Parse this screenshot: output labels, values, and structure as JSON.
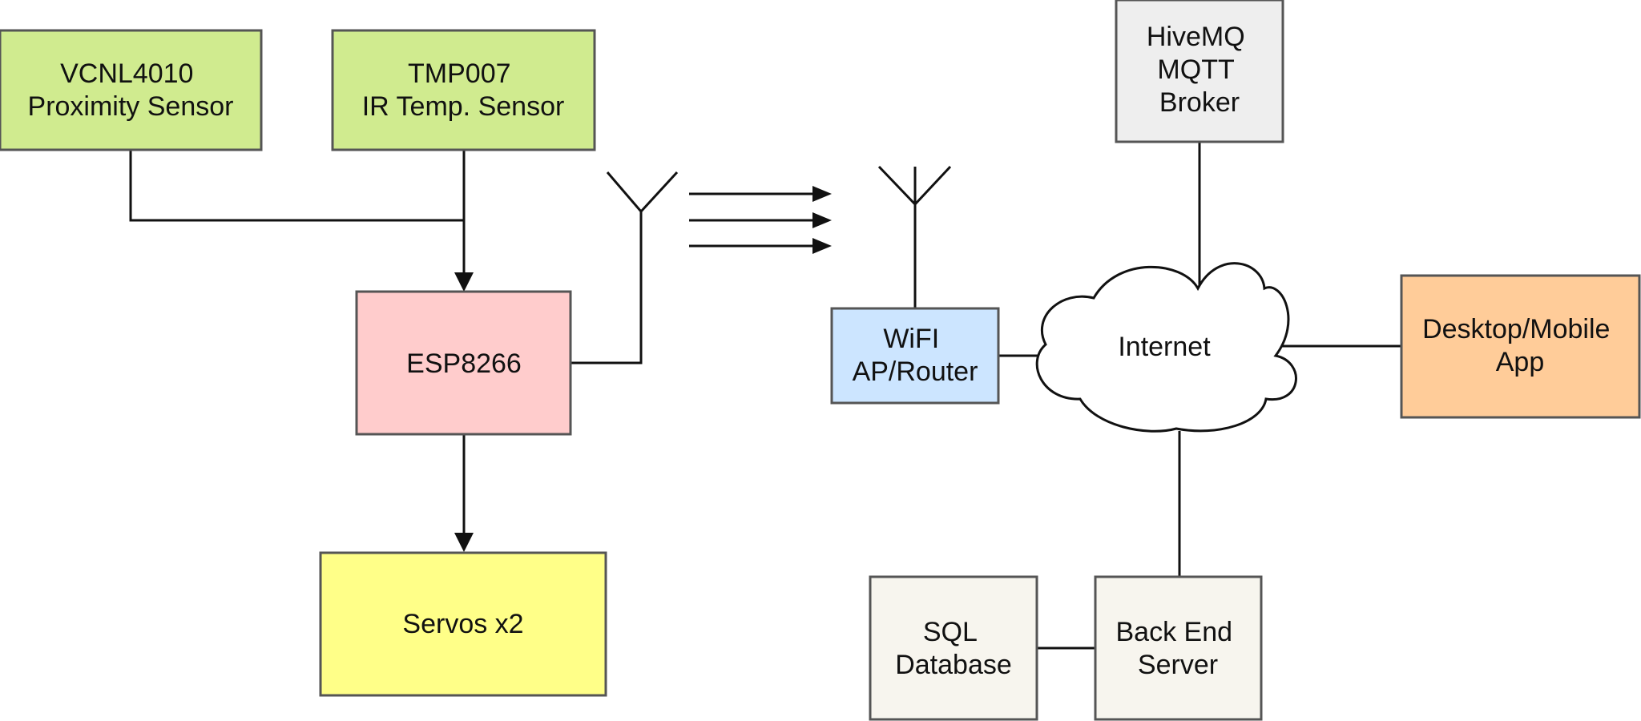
{
  "nodes": {
    "vcnl": {
      "lines": [
        "VCNL4010",
        "Proximity Sensor"
      ],
      "fill": "#d0eb8f"
    },
    "tmp": {
      "lines": [
        "TMP007",
        "IR Temp. Sensor"
      ],
      "fill": "#d0eb8f"
    },
    "esp": {
      "lines": [
        "ESP8266"
      ],
      "fill": "#ffcccc"
    },
    "servos": {
      "lines": [
        "Servos x2"
      ],
      "fill": "#ffff88"
    },
    "wifi": {
      "lines": [
        "WiFI",
        "AP/Router"
      ],
      "fill": "#cce5ff"
    },
    "hivemq": {
      "lines": [
        "HiveMQ",
        "MQTT",
        "Broker"
      ],
      "fill": "#eeeeee"
    },
    "internet": {
      "lines": [
        "Internet"
      ],
      "fill": "#ffffff"
    },
    "desktop": {
      "lines": [
        "Desktop/Mobile",
        "App"
      ],
      "fill": "#ffcc99"
    },
    "sql": {
      "lines": [
        "SQL",
        "Database"
      ],
      "fill": "#f7f5ee"
    },
    "backend": {
      "lines": [
        "Back End",
        "Server"
      ],
      "fill": "#f7f5ee"
    }
  },
  "connections": [
    {
      "from": "vcnl",
      "to": "esp",
      "arrow": true
    },
    {
      "from": "tmp",
      "to": "esp",
      "arrow": true
    },
    {
      "from": "esp",
      "to": "servos",
      "arrow": true
    },
    {
      "from": "esp",
      "to": "antenna-esp",
      "arrow": false
    },
    {
      "from": "antenna-router",
      "to": "wifi",
      "arrow": false
    },
    {
      "from": "wifi",
      "to": "internet",
      "arrow": false
    },
    {
      "from": "hivemq",
      "to": "internet",
      "arrow": false
    },
    {
      "from": "internet",
      "to": "desktop",
      "arrow": false
    },
    {
      "from": "internet",
      "to": "backend",
      "arrow": false
    },
    {
      "from": "sql",
      "to": "backend",
      "arrow": false
    }
  ],
  "wireless_arrows": 3
}
